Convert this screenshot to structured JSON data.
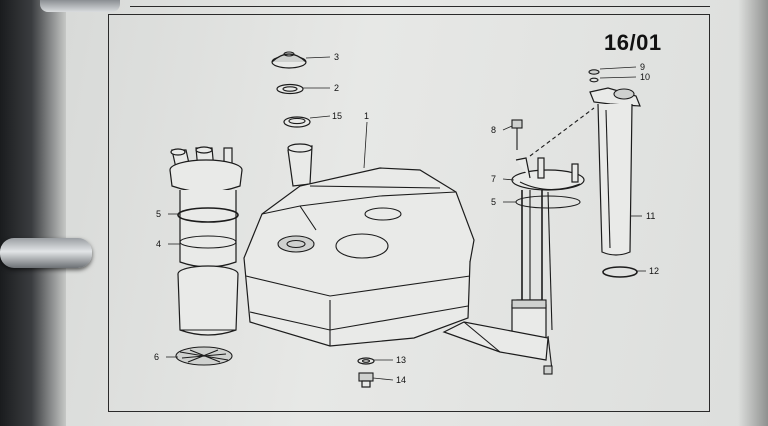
{
  "page_code": "16/01",
  "callouts": {
    "c1": "1",
    "c2": "2",
    "c3": "3",
    "c4": "4",
    "c5a": "5",
    "c5b": "5",
    "c6": "6",
    "c7": "7",
    "c8": "8",
    "c9": "9",
    "c10": "10",
    "c11": "11",
    "c12": "12",
    "c13": "13",
    "c14": "14",
    "c15": "15"
  }
}
